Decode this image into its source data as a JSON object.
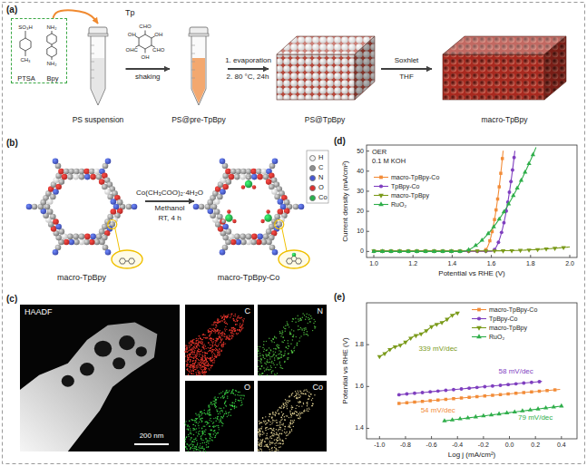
{
  "diagram": {
    "nodes": [
      {
        "text": [
          "PTSA",
          "Bpy"
        ]
      },
      {
        "text": [
          "PS suspension"
        ]
      },
      {
        "text": [
          "PS@pre-TpBpy"
        ]
      },
      {
        "text": [
          "PS@TpBpy"
        ]
      },
      {
        "text": [
          "macro-TpBpy"
        ]
      },
      {
        "text": [
          "macro-TpBpy"
        ]
      },
      {
        "text": [
          "macro-TpBpy-Co"
        ]
      },
      {
        "text": [
          "HAADF",
          "200 nm"
        ]
      },
      {
        "text": [
          "C"
        ]
      },
      {
        "text": [
          "N"
        ]
      },
      {
        "text": [
          "O"
        ]
      },
      {
        "text": [
          "Co"
        ]
      }
    ],
    "edges": [
      {
        "from": 0,
        "to": 1,
        "arrow": "to"
      },
      {
        "from": 1,
        "to": 2,
        "label": "shaking",
        "arrow": "to"
      },
      {
        "from": 2,
        "to": 3,
        "label": "1. evaporation",
        "arrow": "to"
      },
      {
        "from": 3,
        "to": 4,
        "label": "Soxhlet",
        "arrow": "to"
      },
      {
        "from": 5,
        "to": 6,
        "label": "Co(CH₃COO)₂·4H₂O",
        "arrow": "to"
      }
    ],
    "labels": [
      "(a)",
      "SO₃H",
      "CH₃",
      "NH₂",
      "NH₂",
      "Tp",
      "CHO",
      "OH",
      "CHO",
      "OH",
      "OHC",
      "OH",
      "2. 80 °C, 24h",
      "THF",
      "(b)",
      "Methanol",
      "RT, 4 h",
      "(c)",
      "(d)",
      "OER",
      "0.1 M KOH",
      "0",
      "10",
      "20",
      "30",
      "40",
      "50",
      "1.0",
      "1.2",
      "1.4",
      "1.6",
      "1.8",
      "2.0",
      "Current density (mA/cm²)",
      "Potential vs RHE (V)",
      "(e)",
      "1.4",
      "1.6",
      "1.8",
      "-1.0",
      "-0.8",
      "-0.6",
      "-0.4",
      "-0.2",
      "0.0",
      "0.2",
      "0.4",
      "Potential vs RHE (V)",
      "Log j (mA/cm²)",
      "339 mV/dec",
      "58 mV/dec",
      "54 mV/dec",
      "79 mV/dec"
    ],
    "legend": [
      {
        "text": "H",
        "color": "#f4f4f4"
      },
      {
        "text": "C",
        "color": "#8f8f8f"
      },
      {
        "text": "N",
        "color": "#4657d4"
      },
      {
        "text": "O",
        "color": "#e0302c"
      },
      {
        "text": "Co",
        "color": "#27b34b"
      },
      {
        "text": "macro-TpBpy-Co"
      },
      {
        "text": "TpBpy-Co"
      },
      {
        "text": "macro-TpBpy"
      },
      {
        "text": "RuO₂"
      },
      {
        "text": "macro-TpBpy-Co"
      },
      {
        "text": "TpBpy-Co"
      },
      {
        "text": "macro-TpBpy"
      },
      {
        "text": "RuO₂"
      }
    ]
  }
}
